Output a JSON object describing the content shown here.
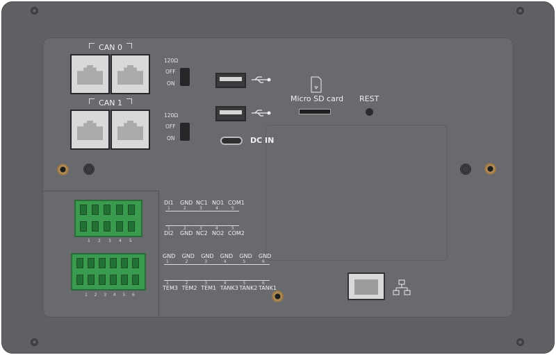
{
  "can0": {
    "label": "CAN  0"
  },
  "can1": {
    "label": "CAN  1"
  },
  "switch0": {
    "ohm": "120Ω",
    "off": "OFF",
    "on": "ON"
  },
  "switch1": {
    "ohm": "120Ω",
    "off": "OFF",
    "on": "ON"
  },
  "dc_in": "DC IN",
  "sd_card": "Micro SD card",
  "reset": "REST",
  "block1_pins": [
    "1",
    "2",
    "3",
    "4",
    "5"
  ],
  "block2_pins": [
    "1",
    "2",
    "3",
    "4",
    "5",
    "6"
  ],
  "row1": {
    "labels": [
      "DI1",
      "GND",
      "NC1",
      "NO1",
      "COM1"
    ],
    "nums": [
      "1",
      "2",
      "3",
      "4",
      "5"
    ]
  },
  "row2": {
    "labels": [
      "DI2",
      "GND",
      "NC2",
      "NO2",
      "COM2"
    ],
    "nums": [
      "1",
      "2",
      "3",
      "4",
      "5"
    ]
  },
  "row3": {
    "labels": [
      "GND",
      "GND",
      "GND",
      "GND",
      "GND",
      "GND"
    ],
    "nums": [
      "1",
      "2",
      "3",
      "4",
      "5",
      "6"
    ]
  },
  "row4": {
    "labels": [
      "TEM3",
      "TEM2",
      "TEM1",
      "TANK3",
      "TANK2",
      "TANK1"
    ],
    "nums": [
      "1",
      "2",
      "3",
      "4",
      "5",
      "6"
    ]
  },
  "colors": {
    "body": "#5f6064",
    "panel": "#696a6e",
    "terminal": "#3a9a4d",
    "brass": "#b8935c"
  }
}
